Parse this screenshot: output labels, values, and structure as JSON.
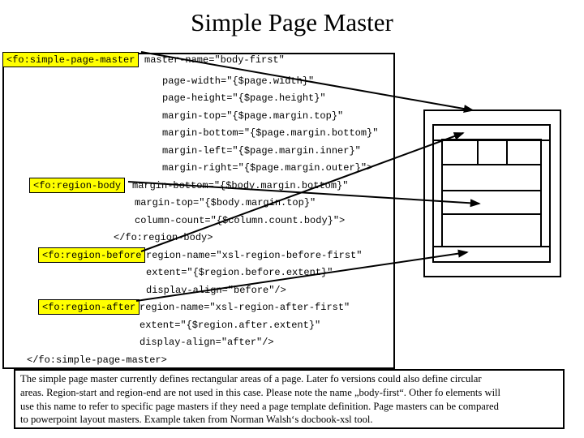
{
  "title": "Simple Page Master",
  "code": {
    "lines": [
      {
        "highlight": "<fo:simple-page-master",
        "text": "master-name=\"body-first\""
      },
      {
        "text": "page-width=\"{$page.width}\""
      },
      {
        "text": "page-height=\"{$page.height}\""
      },
      {
        "text": "margin-top=\"{$page.margin.top}\""
      },
      {
        "text": "margin-bottom=\"{$page.margin.bottom}\""
      },
      {
        "text": "margin-left=\"{$page.margin.inner}\""
      },
      {
        "text": "margin-right=\"{$page.margin.outer}\">"
      },
      {
        "highlight": "<fo:region-body",
        "text": "margin-bottom=\"{$body.margin.bottom}\""
      },
      {
        "text": "margin-top=\"{$body.margin.top}\""
      },
      {
        "text": "column-count=\"{$column.count.body}\">"
      },
      {
        "text": "</fo:region-body>"
      },
      {
        "highlight": "<fo:region-before",
        "text": "region-name=\"xsl-region-before-first\""
      },
      {
        "text": "extent=\"{$region.before.extent}\""
      },
      {
        "text": "display-align=\"before\"/>"
      },
      {
        "highlight": "<fo:region-after",
        "text": "region-name=\"xsl-region-after-first\""
      },
      {
        "text": "extent=\"{$region.after.extent}\""
      },
      {
        "text": "display-align=\"after\"/>"
      },
      {
        "text": "</fo:simple-page-master>"
      }
    ]
  },
  "diagram": {
    "arrows": [
      {
        "from": "fo:simple-page-master",
        "to": "page"
      },
      {
        "from": "fo:region-body",
        "to": "region-body"
      },
      {
        "from": "fo:region-before",
        "to": "region-before"
      },
      {
        "from": "fo:region-after",
        "to": "region-after"
      }
    ]
  },
  "note": {
    "lines": [
      "The simple  page master currently defines rectangular areas of a page. Later fo versions could also define circular",
      "areas. Region-start and region-end are not used in this case. Please note the name „body-first“. Other fo elements will",
      "use this name to refer to specific page masters if they need a page template definition. Page masters can be compared",
      "to powerpoint layout masters. Example taken from Norman Walsh‘s docbook-xsl tool."
    ]
  },
  "colors": {
    "highlight": "#ffff00",
    "line": "#000000",
    "background": "#ffffff"
  }
}
